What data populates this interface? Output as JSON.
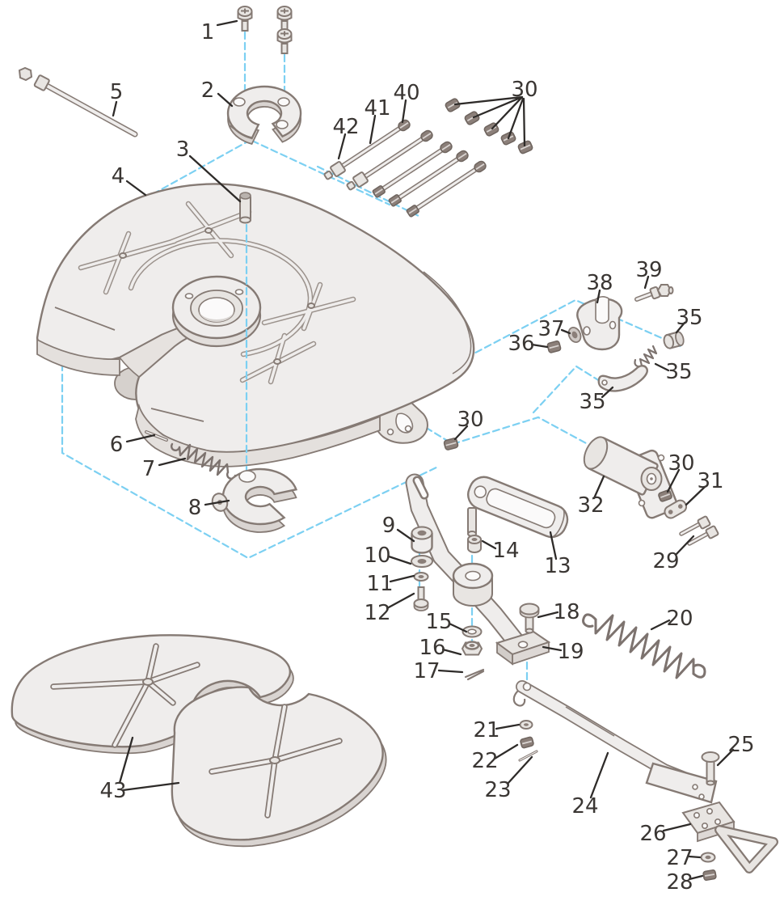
{
  "diagram": {
    "figure_type": "exploded-parts-diagram",
    "colors": {
      "background": "#ffffff",
      "outline": "#857a74",
      "fill_light": "#efedec",
      "fill_mid": "#e8e5e2",
      "fill_dark": "#d9d4d1",
      "hardware_dark": "#8b7f79",
      "assembly_line_blue": "#7cd0f2",
      "callout_text": "#3a3633",
      "leader_line": "#2e2b29"
    },
    "callouts": [
      {
        "label": "1"
      },
      {
        "label": "2"
      },
      {
        "label": "3"
      },
      {
        "label": "4"
      },
      {
        "label": "5"
      },
      {
        "label": "6"
      },
      {
        "label": "7"
      },
      {
        "label": "8"
      },
      {
        "label": "9"
      },
      {
        "label": "10"
      },
      {
        "label": "11"
      },
      {
        "label": "12"
      },
      {
        "label": "13"
      },
      {
        "label": "14"
      },
      {
        "label": "15"
      },
      {
        "label": "16"
      },
      {
        "label": "17"
      },
      {
        "label": "18"
      },
      {
        "label": "19"
      },
      {
        "label": "20"
      },
      {
        "label": "21"
      },
      {
        "label": "22"
      },
      {
        "label": "23"
      },
      {
        "label": "24"
      },
      {
        "label": "25"
      },
      {
        "label": "26"
      },
      {
        "label": "27"
      },
      {
        "label": "28"
      },
      {
        "label": "29"
      },
      {
        "label": "30"
      },
      {
        "label": "30"
      },
      {
        "label": "30"
      },
      {
        "label": "31"
      },
      {
        "label": "32"
      },
      {
        "label": "35"
      },
      {
        "label": "35"
      },
      {
        "label": "35"
      },
      {
        "label": "36"
      },
      {
        "label": "37"
      },
      {
        "label": "38"
      },
      {
        "label": "39"
      },
      {
        "label": "40"
      },
      {
        "label": "41"
      },
      {
        "label": "42"
      },
      {
        "label": "43"
      }
    ]
  }
}
